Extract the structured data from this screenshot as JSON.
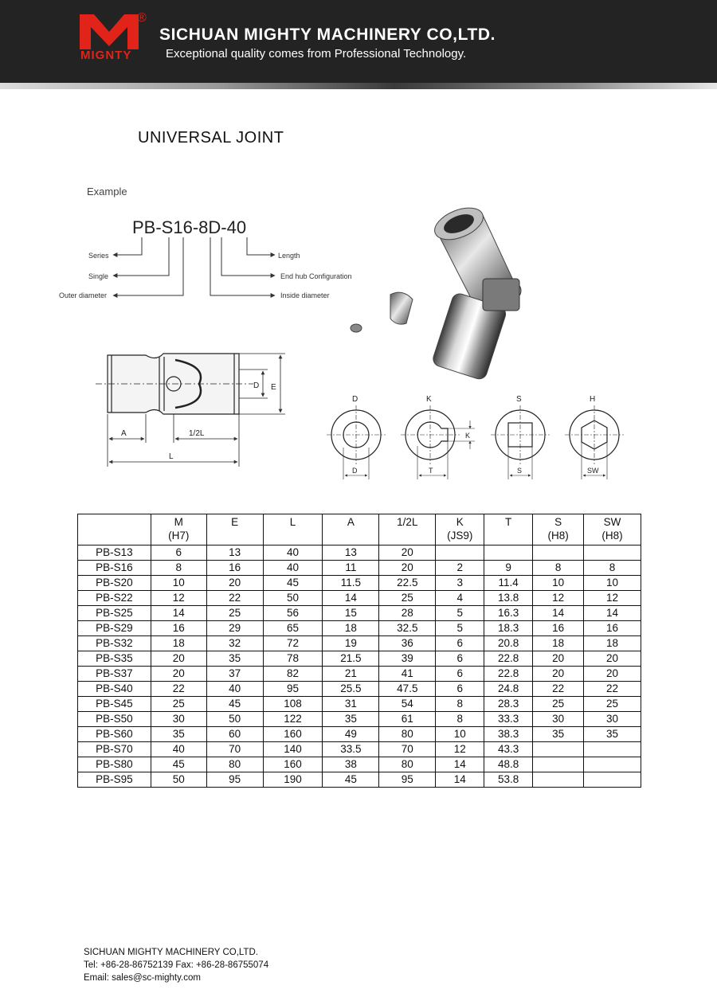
{
  "header": {
    "logo_text": "MIGNTY",
    "registered_mark": "®",
    "company_name": "SICHUAN MIGHTY MACHINERY CO,LTD.",
    "slogan": "Exceptional quality comes from Professional Technology.",
    "brand_red": "#e2231a"
  },
  "title": "UNIVERSAL  JOINT",
  "example": {
    "label": "Example",
    "code": "PB-S16-8D-40",
    "left_labels": [
      "Series",
      "Single",
      "Outer diameter"
    ],
    "right_labels": [
      "Length",
      "End hub Configuration",
      "Inside diameter"
    ]
  },
  "drawing_labels": {
    "D": "D",
    "E": "E",
    "A": "A",
    "half_L": "1/2L",
    "L": "L",
    "section_D": "D",
    "section_K": "K",
    "section_S": "S",
    "section_H": "H",
    "dim_D": "D",
    "dim_K": "K",
    "dim_T": "T",
    "dim_S": "S",
    "dim_SW": "SW"
  },
  "table": {
    "headers": [
      {
        "l1": "",
        "l2": ""
      },
      {
        "l1": "M",
        "l2": "(H7)"
      },
      {
        "l1": "E",
        "l2": ""
      },
      {
        "l1": "L",
        "l2": ""
      },
      {
        "l1": "A",
        "l2": ""
      },
      {
        "l1": "1/2L",
        "l2": ""
      },
      {
        "l1": "K",
        "l2": "(JS9)"
      },
      {
        "l1": "T",
        "l2": ""
      },
      {
        "l1": "S",
        "l2": "(H8)"
      },
      {
        "l1": "SW",
        "l2": "(H8)"
      }
    ],
    "rows": [
      [
        "PB-S13",
        "6",
        "13",
        "40",
        "13",
        "20",
        "",
        "",
        "",
        ""
      ],
      [
        "PB-S16",
        "8",
        "16",
        "40",
        "11",
        "20",
        "2",
        "9",
        "8",
        "8"
      ],
      [
        "PB-S20",
        "10",
        "20",
        "45",
        "11.5",
        "22.5",
        "3",
        "11.4",
        "10",
        "10"
      ],
      [
        "PB-S22",
        "12",
        "22",
        "50",
        "14",
        "25",
        "4",
        "13.8",
        "12",
        "12"
      ],
      [
        "PB-S25",
        "14",
        "25",
        "56",
        "15",
        "28",
        "5",
        "16.3",
        "14",
        "14"
      ],
      [
        "PB-S29",
        "16",
        "29",
        "65",
        "18",
        "32.5",
        "5",
        "18.3",
        "16",
        "16"
      ],
      [
        "PB-S32",
        "18",
        "32",
        "72",
        "19",
        "36",
        "6",
        "20.8",
        "18",
        "18"
      ],
      [
        "PB-S35",
        "20",
        "35",
        "78",
        "21.5",
        "39",
        "6",
        "22.8",
        "20",
        "20"
      ],
      [
        "PB-S37",
        "20",
        "37",
        "82",
        "21",
        "41",
        "6",
        "22.8",
        "20",
        "20"
      ],
      [
        "PB-S40",
        "22",
        "40",
        "95",
        "25.5",
        "47.5",
        "6",
        "24.8",
        "22",
        "22"
      ],
      [
        "PB-S45",
        "25",
        "45",
        "108",
        "31",
        "54",
        "8",
        "28.3",
        "25",
        "25"
      ],
      [
        "PB-S50",
        "30",
        "50",
        "122",
        "35",
        "61",
        "8",
        "33.3",
        "30",
        "30"
      ],
      [
        "PB-S60",
        "35",
        "60",
        "160",
        "49",
        "80",
        "10",
        "38.3",
        "35",
        "35"
      ],
      [
        "PB-S70",
        "40",
        "70",
        "140",
        "33.5",
        "70",
        "12",
        "43.3",
        "",
        ""
      ],
      [
        "PB-S80",
        "45",
        "80",
        "160",
        "38",
        "80",
        "14",
        "48.8",
        "",
        ""
      ],
      [
        "PB-S95",
        "50",
        "95",
        "190",
        "45",
        "95",
        "14",
        "53.8",
        "",
        ""
      ]
    ]
  },
  "footer": {
    "company": "SICHUAN MIGHTY MACHINERY CO,LTD.",
    "phone": "Tel: +86-28-86752139  Fax:  +86-28-86755074",
    "email": "Email: sales@sc-mighty.com"
  }
}
